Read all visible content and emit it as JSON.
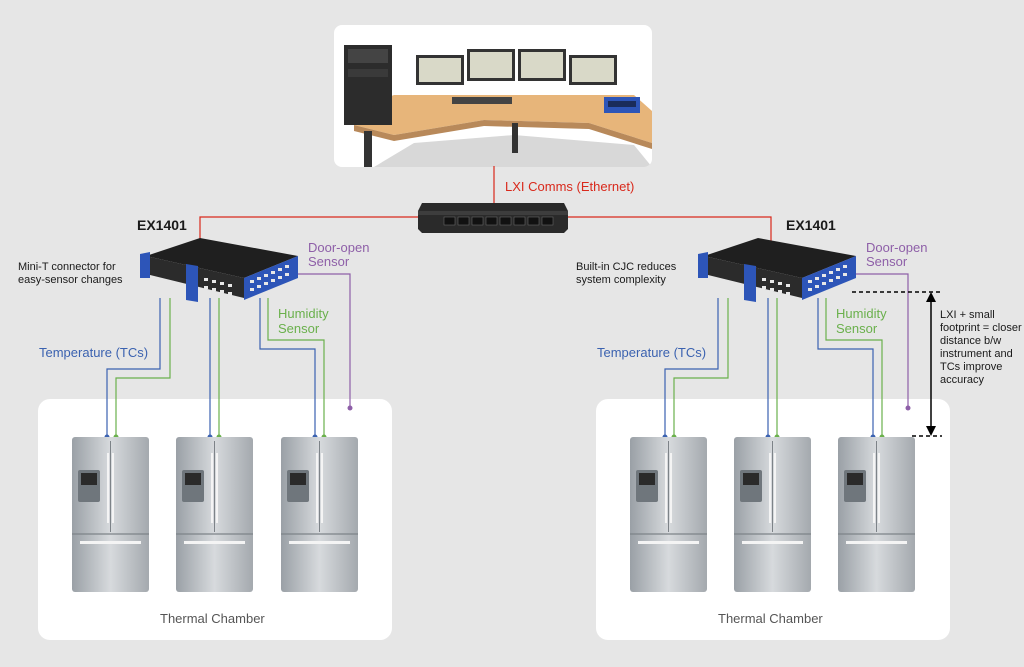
{
  "comms_label": "LXI Comms (Ethernet)",
  "left": {
    "device_title": "EX1401",
    "note": "Mini-T connector for easy-sensor changes",
    "temperature_label": "Temperature (TCs)",
    "humidity_label": "Humidity Sensor",
    "door_label": "Door-open Sensor",
    "chamber_label": "Thermal Chamber"
  },
  "right": {
    "device_title": "EX1401",
    "note": "Built-in CJC reduces system complexity",
    "temperature_label": "Temperature (TCs)",
    "humidity_label": "Humidity Sensor",
    "door_label": "Door-open Sensor",
    "chamber_label": "Thermal Chamber",
    "distance_note": "LXI + small footprint = closer distance b/w instrument and TCs improve accuracy"
  },
  "colors": {
    "ethernet": "#d9291c",
    "temperature": "#3b62b0",
    "humidity": "#6ab04c",
    "door": "#8e5fa8",
    "device_blue": "#2d55b8"
  }
}
